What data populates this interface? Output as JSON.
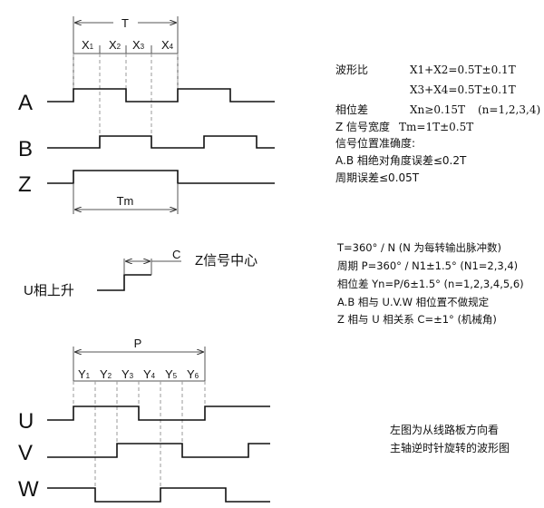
{
  "top_diagram": {
    "signals": [
      "A",
      "B",
      "Z"
    ],
    "period_label": "T",
    "segments": [
      {
        "base": "X",
        "sub": "1"
      },
      {
        "base": "X",
        "sub": "2"
      },
      {
        "base": "X",
        "sub": "3"
      },
      {
        "base": "X",
        "sub": "4"
      }
    ],
    "z_width_label": "Tm"
  },
  "middle_diagram": {
    "u_rise_label": "U相上升",
    "c_label": "C",
    "z_center_label": "Z信号中心"
  },
  "bottom_diagram": {
    "signals": [
      "U",
      "V",
      "W"
    ],
    "period_label": "P",
    "segments": [
      {
        "base": "Y",
        "sub": "1"
      },
      {
        "base": "Y",
        "sub": "2"
      },
      {
        "base": "Y",
        "sub": "3"
      },
      {
        "base": "Y",
        "sub": "4"
      },
      {
        "base": "Y",
        "sub": "5"
      },
      {
        "base": "Y",
        "sub": "6"
      }
    ]
  },
  "spec_abz": {
    "duty_label": "波形比",
    "duty_1": "X1+X2=0.5T±0.1T",
    "duty_2": "X3+X4=0.5T±0.1T",
    "phase_label": "相位差",
    "phase_value": "Xn≥0.15T",
    "phase_range": "(n=1,2,3,4)",
    "z_width_label": "Z 信号宽度",
    "z_width_value": "Tm=1T±0.5T",
    "accuracy_title": "信号位置准确度:",
    "accuracy_ab": "A.B 相绝对角度误差≤0.2T",
    "accuracy_period": "周期误差≤0.05T"
  },
  "spec_uvw": {
    "line1": "T=360° / N   (N 为每转输出脉冲数)",
    "line2": "周期  P=360° / N1±1.5° (N1=2,3,4)",
    "line3": "相位差  Yn=P/6±1.5° (n=1,2,3,4,5,6)",
    "line4": "A.B 相与 U.V.W 相位置不做规定",
    "line5": "Z 相与 U 相关系    C=±1° (机械角)"
  },
  "note": {
    "line1": "左图为从线路板方向看",
    "line2": "主轴逆时针旋转的波形图"
  }
}
